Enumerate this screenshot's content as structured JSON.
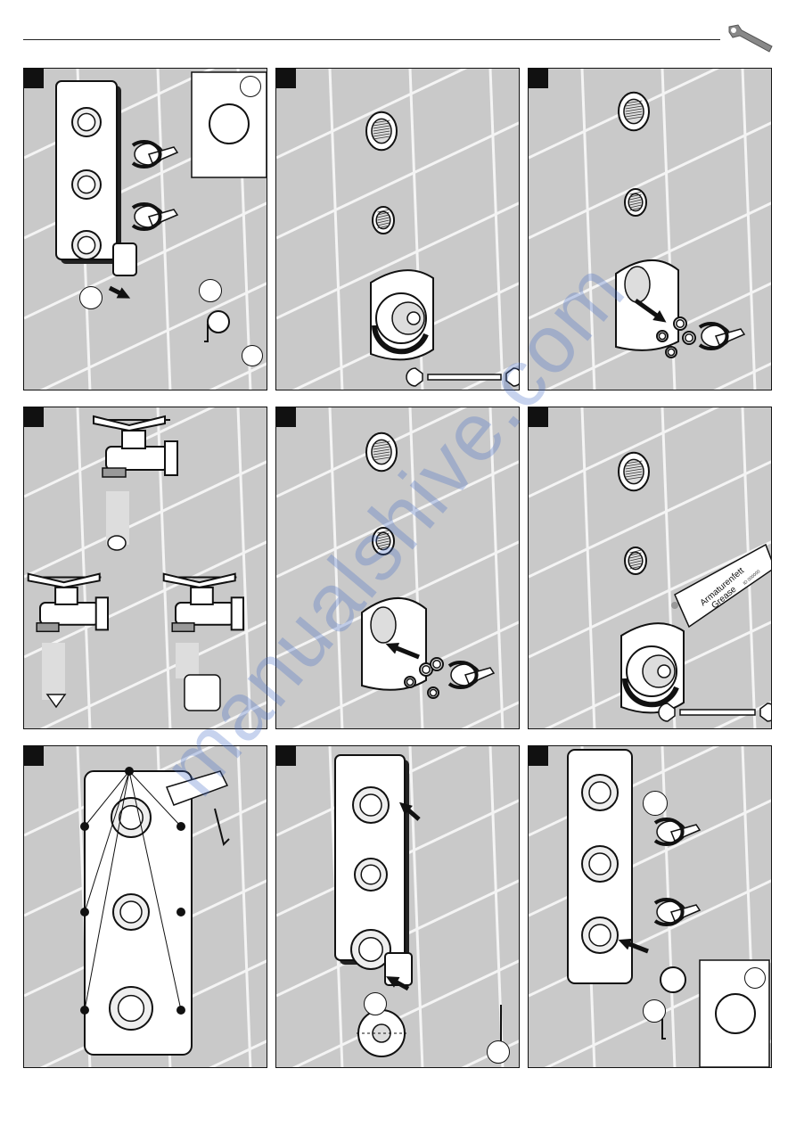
{
  "header": {
    "tool_icon": "wrench-icon"
  },
  "panels": [
    {
      "id": "p1",
      "illustration": "remove-handles-and-trim"
    },
    {
      "id": "p2",
      "illustration": "unscrew-cartridge-with-wrench"
    },
    {
      "id": "p3",
      "illustration": "remove-check-valves"
    },
    {
      "id": "p4",
      "illustration": "flush-lines-with-faucet"
    },
    {
      "id": "p5",
      "illustration": "insert-check-valves"
    },
    {
      "id": "p6",
      "illustration": "grease-and-install-cartridge"
    },
    {
      "id": "p7",
      "illustration": "seal-mounting-plate"
    },
    {
      "id": "p8",
      "illustration": "install-trim-plate"
    },
    {
      "id": "p9",
      "illustration": "attach-handles"
    }
  ],
  "grease_label": {
    "line1": "Armaturenfett",
    "line2": "Grease",
    "small": "ID 000000"
  },
  "watermark": "manualshive.com",
  "colors": {
    "tile": "#c9c9c9",
    "grout": "#f4f4f4",
    "ink": "#111111",
    "watermark": "#466ec8"
  }
}
